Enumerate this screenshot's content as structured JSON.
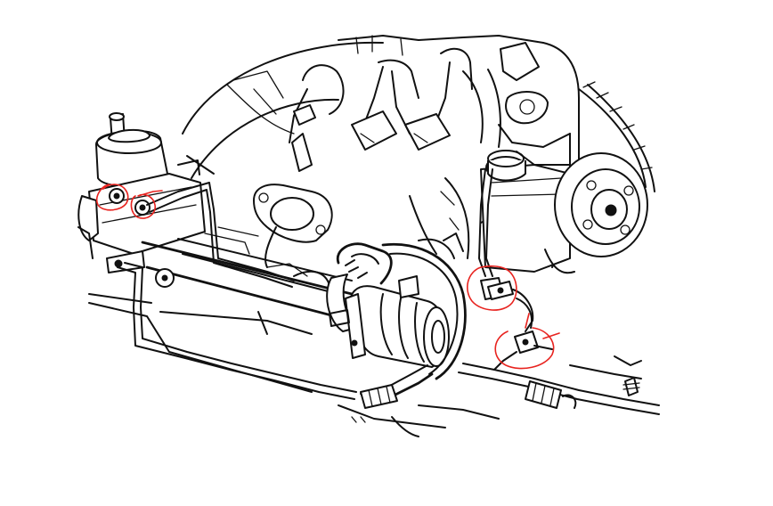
{
  "colors": {
    "background": "#ffffff",
    "line_art": "#111111",
    "highlight": "#e8231f"
  },
  "highlights": [
    {
      "id": "left-fitting-1",
      "target": "steering-gear-outlet-fitting"
    },
    {
      "id": "left-fitting-2",
      "target": "steering-gear-inlet-fitting"
    },
    {
      "id": "right-fitting-1",
      "target": "pump-hose-fitting"
    },
    {
      "id": "right-fitting-2",
      "target": "return-line-fitting"
    }
  ]
}
